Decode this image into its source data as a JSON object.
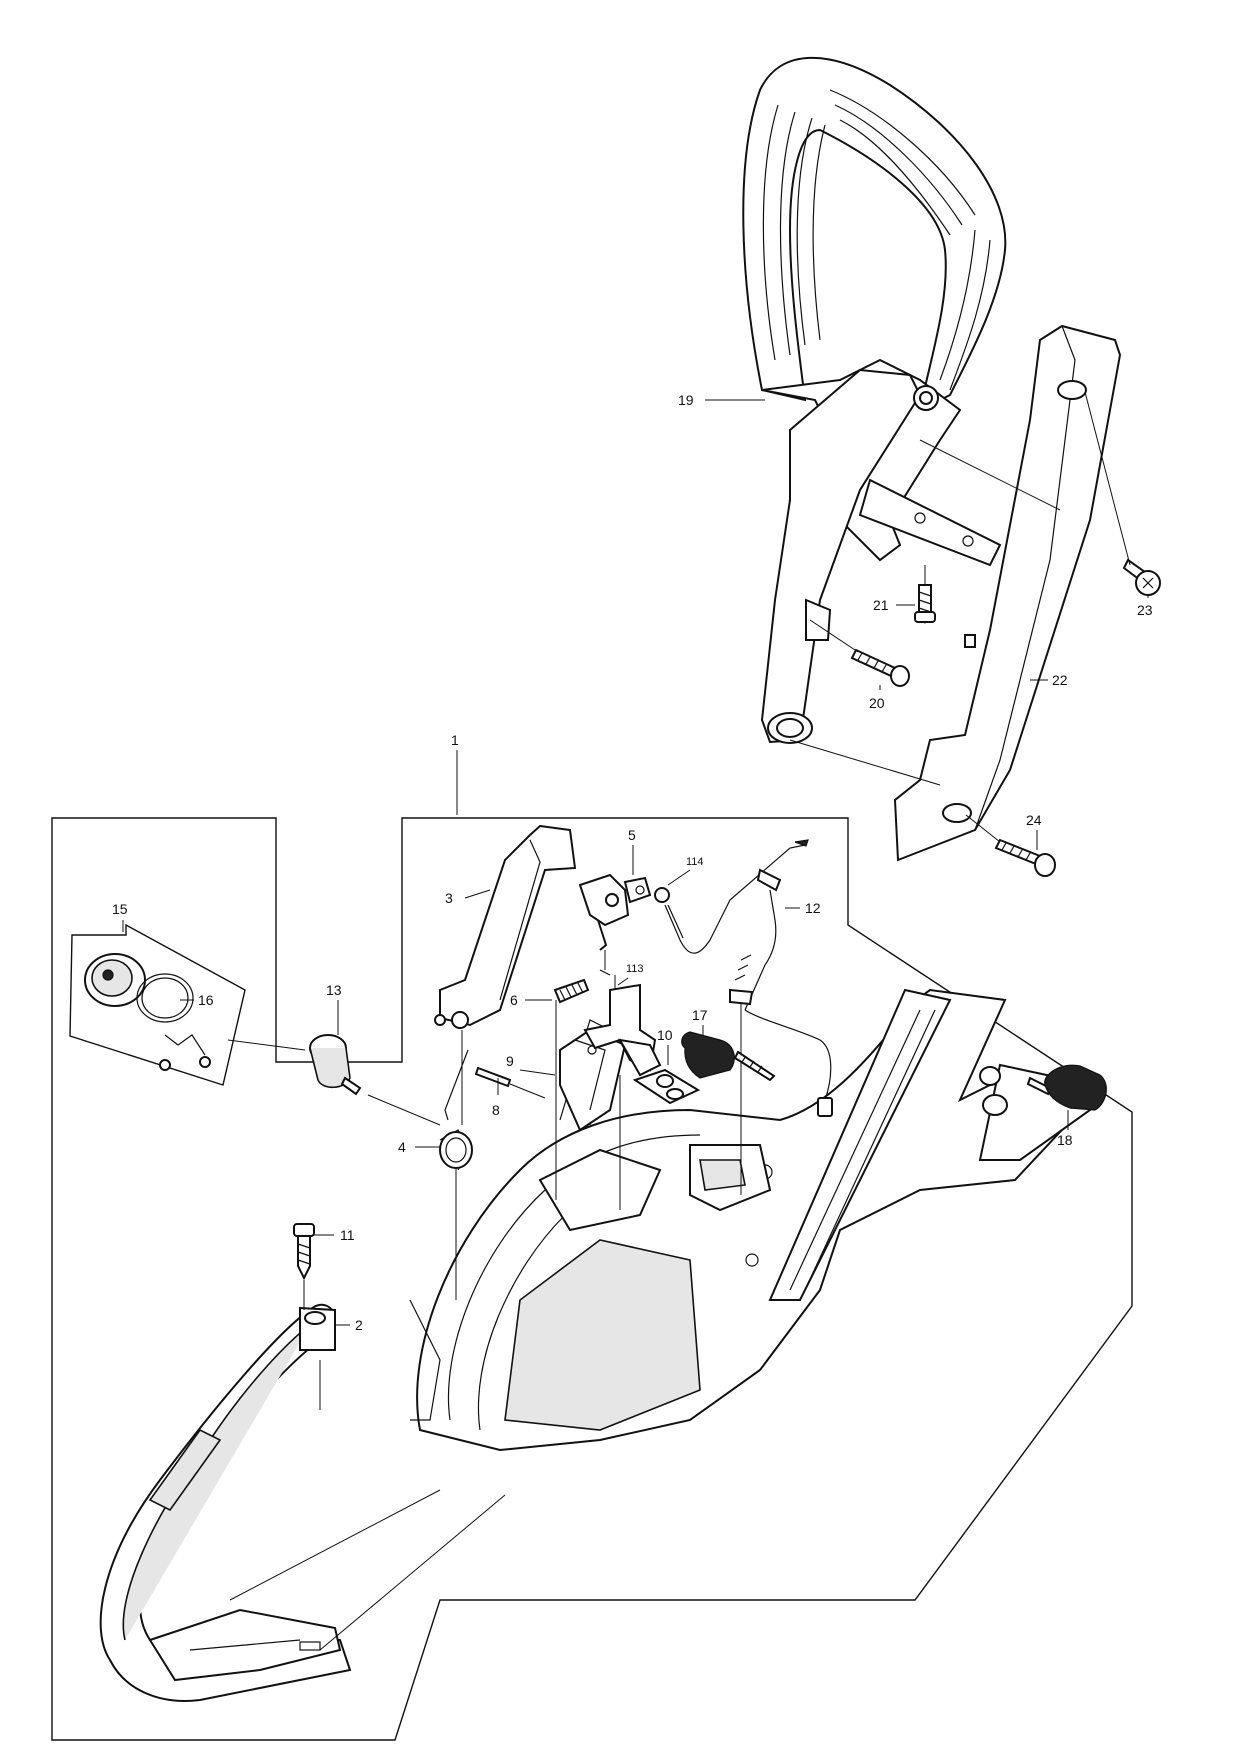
{
  "diagram": {
    "callouts": {
      "c1": "1",
      "c2": "2",
      "c3": "3",
      "c4": "4",
      "c5": "5",
      "c6": "6",
      "c8": "8",
      "c9": "9",
      "c10": "10",
      "c11": "11",
      "c12": "12",
      "c13": "13",
      "c15": "15",
      "c16": "16",
      "c17": "17",
      "c18": "18",
      "c19": "19",
      "c20": "20",
      "c21": "21",
      "c22": "22",
      "c23": "23",
      "c24": "24",
      "c113": "113",
      "c114": "114"
    }
  }
}
